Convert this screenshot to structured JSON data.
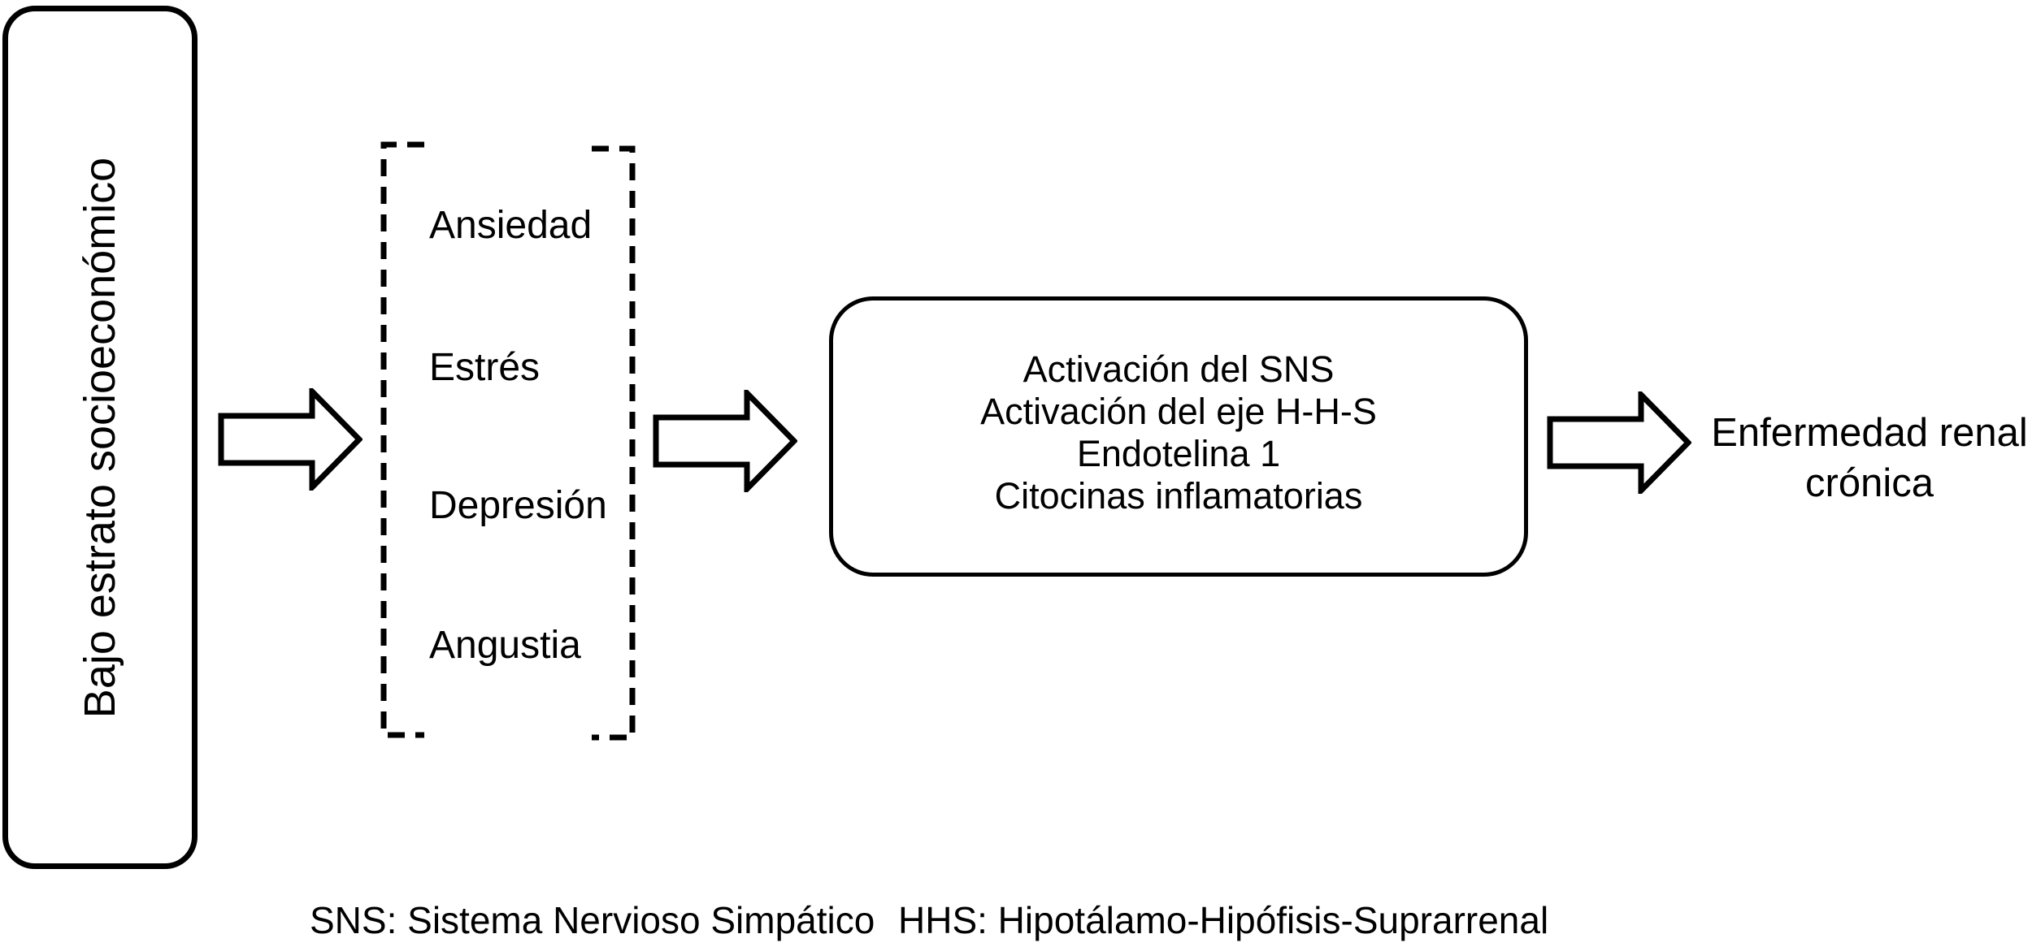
{
  "diagram": {
    "source_box": {
      "label": "Bajo estrato socioeconómico"
    },
    "stressors": {
      "items": [
        "Ansiedad",
        "Estrés",
        "Depresión",
        "Angustia"
      ]
    },
    "mechanisms": {
      "lines": [
        "Activación del SNS",
        "Activación del eje H-H-S",
        "Endotelina 1",
        "Citocinas inflamatorias"
      ]
    },
    "outcome": {
      "line1": "Enfermedad renal",
      "line2": "crónica"
    },
    "legend": {
      "sns": "SNS: Sistema Nervioso Simpático",
      "hhs": "HHS: Hipotálamo-Hipófisis-Suprarrenal"
    },
    "colors": {
      "ink": "#000000",
      "background": "#ffffff"
    }
  }
}
